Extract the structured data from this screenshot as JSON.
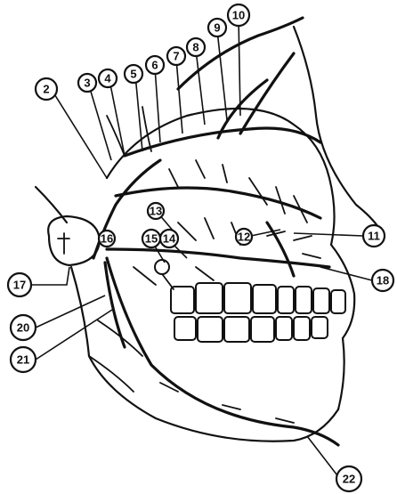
{
  "figure": {
    "labels": [
      "2",
      "3",
      "4",
      "5",
      "6",
      "7",
      "8",
      "9",
      "10",
      "11",
      "12",
      "13",
      "14",
      "15",
      "16",
      "17",
      "18",
      "20",
      "21",
      "22"
    ]
  }
}
